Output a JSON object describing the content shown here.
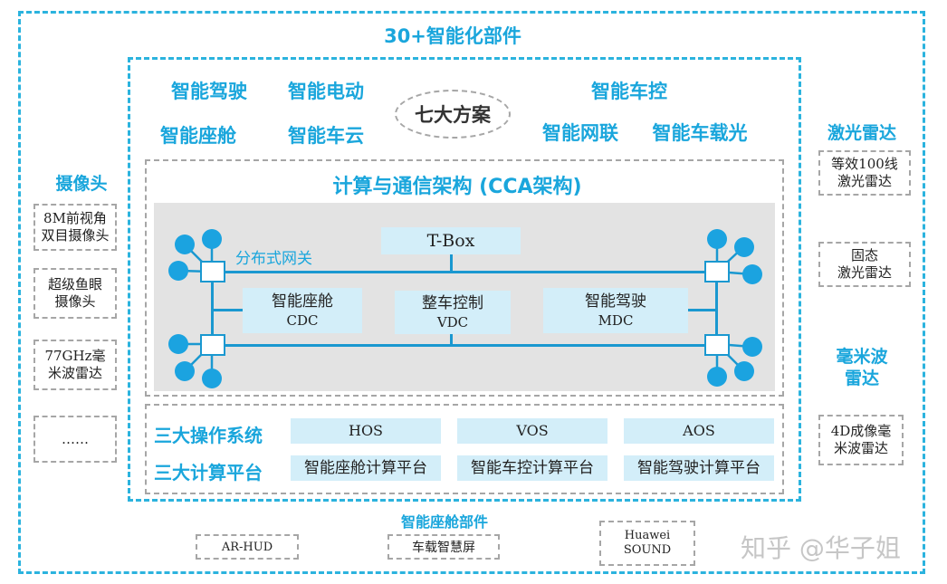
{
  "outer_title": "30+智能化部件",
  "seven": {
    "center": "七大方案",
    "items": [
      "智能驾驶",
      "智能电动",
      "智能座舱",
      "智能车云",
      "智能车控",
      "智能网联",
      "智能车载光"
    ]
  },
  "cca": {
    "title": "计算与通信架构 (CCA架构)",
    "gateway_label": "分布式网关",
    "tbox": "T-Box",
    "cdc": {
      "line1": "智能座舱",
      "line2": "CDC"
    },
    "vdc": {
      "line1": "整车控制",
      "line2": "VDC"
    },
    "mdc": {
      "line1": "智能驾驶",
      "line2": "MDC"
    }
  },
  "platform": {
    "os_label": "三大操作系统",
    "compute_label": "三大计算平台",
    "os": [
      "HOS",
      "VOS",
      "AOS"
    ],
    "compute": [
      "智能座舱计算平台",
      "智能车控计算平台",
      "智能驾驶计算平台"
    ]
  },
  "left": {
    "title": "摄像头",
    "items": [
      "8M前视角\n双目摄像头",
      "超级鱼眼\n摄像头",
      "77GHz毫\n米波雷达",
      "……"
    ]
  },
  "right": {
    "lidar_title": "激光雷达",
    "lidar_items": [
      "等效100线\n激光雷达",
      "固态\n激光雷达"
    ],
    "radar_title": "毫米波\n雷达",
    "radar_items": [
      "4D成像毫\n米波雷达"
    ]
  },
  "bottom": {
    "title": "智能座舱部件",
    "items": [
      "AR-HUD",
      "车载智慧屏",
      "Huawei\nSOUND"
    ]
  },
  "watermark": "知乎 @华子姐"
}
